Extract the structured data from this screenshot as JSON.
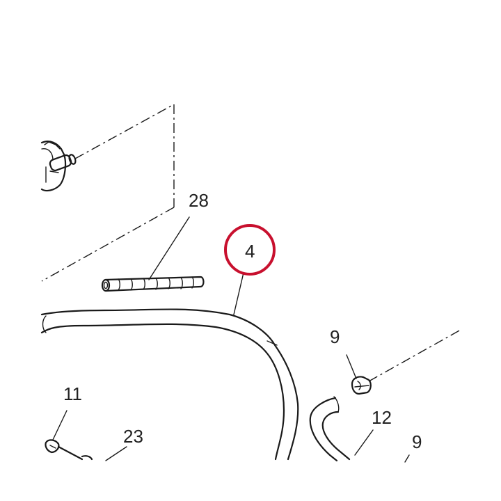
{
  "callouts": {
    "part_28": "28",
    "part_4": "4",
    "part_9_top": "9",
    "part_11": "11",
    "part_23": "23",
    "part_12": "12",
    "part_9_bottom": "9"
  },
  "highlight": {
    "part": "4",
    "color": "#c8102e"
  }
}
